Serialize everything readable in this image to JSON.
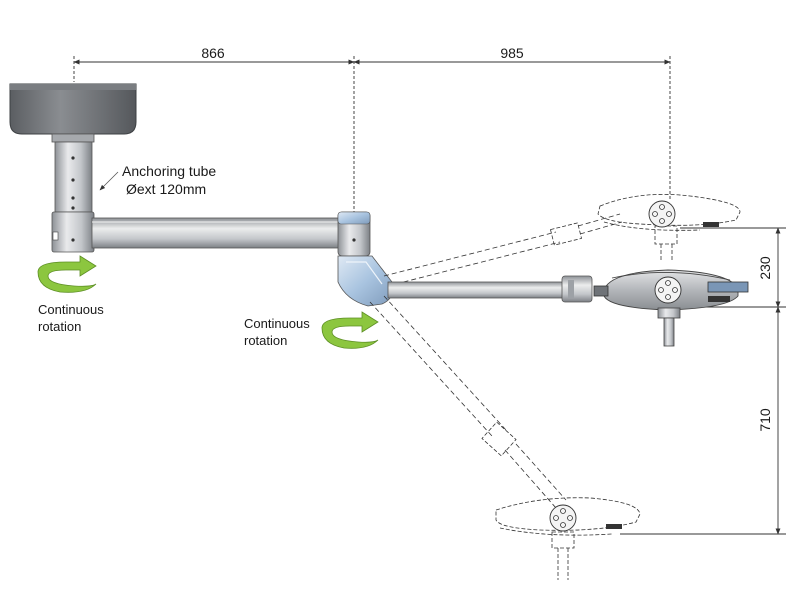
{
  "dimensions": {
    "arm1_length": "866",
    "arm2_length": "985",
    "vertical_travel_up": "230",
    "vertical_travel_down": "710"
  },
  "labels": {
    "anchoring_tube_line1": "Anchoring tube",
    "anchoring_tube_line2": "Øext 120mm",
    "rotation_left_line1": "Continuous",
    "rotation_left_line2": "rotation",
    "rotation_right_line1": "Continuous",
    "rotation_right_line2": "rotation"
  },
  "colors": {
    "metal_light": "#e6e7e9",
    "metal_mid": "#b9bcc1",
    "metal_dark": "#6f7378",
    "canopy_dark": "#6b6e72",
    "joint_blue": "#a9c4e0",
    "arrow_green": "#8cc63f",
    "dim_line": "#333333"
  },
  "icons": [
    "rotation-arrow-icon",
    "leader-arrow-icon"
  ]
}
